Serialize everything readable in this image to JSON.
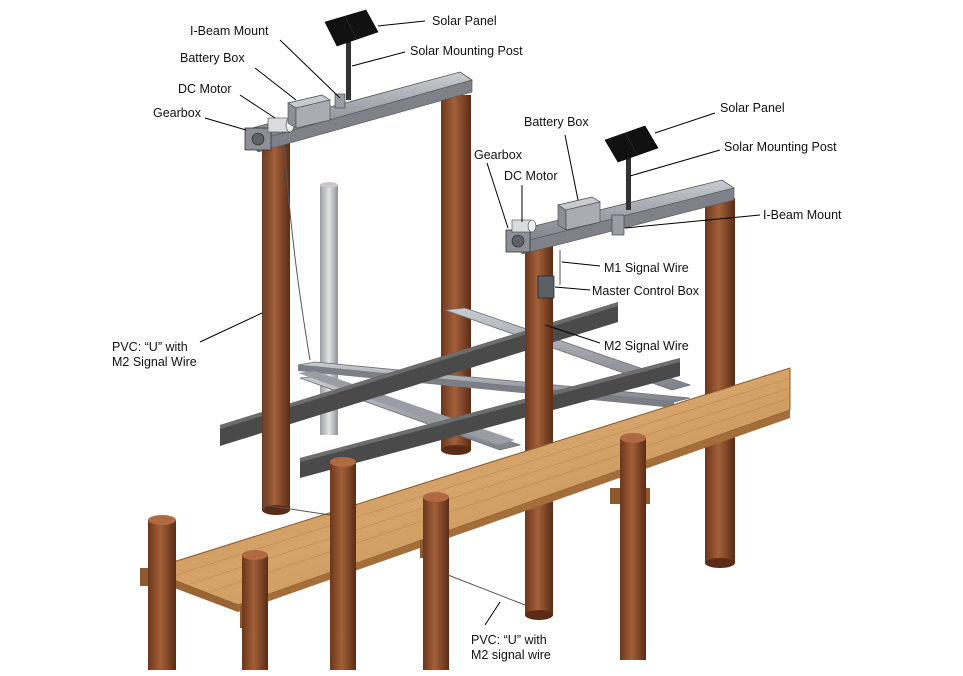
{
  "labels": {
    "solar_panel_left": "Solar Panel",
    "i_beam_mount_left": "I-Beam Mount",
    "solar_mounting_post_left": "Solar Mounting Post",
    "battery_box_left": "Battery Box",
    "dc_motor_left": "DC Motor",
    "gearbox_left": "Gearbox",
    "pvc_u_upper_line1": "PVC: “U” with",
    "pvc_u_upper_line2": "M2 Signal Wire",
    "solar_panel_right": "Solar Panel",
    "battery_box_right": "Battery Box",
    "solar_mounting_post_right": "Solar Mounting Post",
    "gearbox_right": "Gearbox",
    "dc_motor_right": "DC Motor",
    "i_beam_mount_right": "I-Beam Mount",
    "m1_signal_wire": "M1 Signal Wire",
    "master_control_box": "Master Control Box",
    "m2_signal_wire": "M2 Signal Wire",
    "pvc_u_lower_line1": "PVC: “U” with",
    "pvc_u_lower_line2": "M2 signal wire"
  },
  "colors": {
    "post_wood": "#8a4b2a",
    "post_wood_dark": "#5e2f17",
    "deck_wood": "#c8955a",
    "steel": "#8a8f96",
    "steel_light": "#b8bcc2",
    "rail_dark": "#3e3e3e",
    "solar_panel": "#111111",
    "leader_line": "#000000"
  },
  "icons": {
    "solar_panel": "solar-panel-icon",
    "battery_box": "battery-box-icon",
    "dc_motor": "dc-motor-icon",
    "gearbox": "gearbox-icon",
    "control_box": "control-box-icon"
  }
}
